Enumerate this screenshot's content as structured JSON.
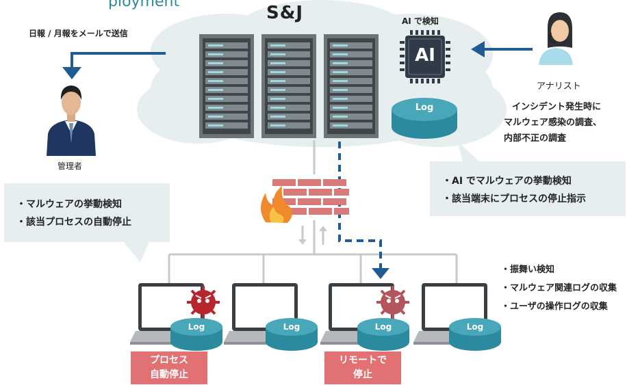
{
  "header": {
    "partial_title": "ployment",
    "company": "S&J"
  },
  "labels": {
    "ai_detect": "AI で検知",
    "ai_chip": "AI",
    "report": "日報 / 月報をメールで送信",
    "manager": "管理者",
    "analyst": "アナリスト",
    "log": "Log"
  },
  "analyst_note": [
    "インシデント発生時に",
    "マルウェア感染の調査、",
    "内部不正の調査"
  ],
  "callout_left": [
    "・マルウェアの挙動検知",
    "・該当プロセスの自動停止"
  ],
  "callout_right": [
    "・AI でマルウェアの挙動検知",
    "・該当端末にプロセスの停止指示"
  ],
  "endpoint_features": [
    "・振舞い検知",
    "・マルウェア関連ログの収集",
    "・ユーザの操作ログの収集"
  ],
  "actions": {
    "auto_stop": [
      "プロセス",
      "自動停止"
    ],
    "remote_stop": [
      "リモートで",
      "停止"
    ]
  },
  "colors": {
    "teal": "#2b8a9d",
    "arrow_blue": "#1e5c93",
    "cloud": "#e6eef0",
    "alert_red": "#e27174",
    "malware": "#b5262d",
    "firewall": "#d97a7a"
  }
}
